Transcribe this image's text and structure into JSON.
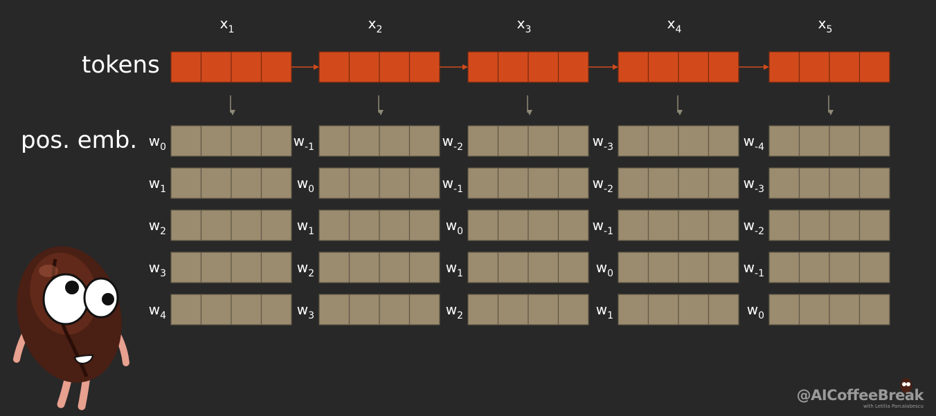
{
  "labels": {
    "tokens": "tokens",
    "pos_emb": "pos. emb."
  },
  "tokens": [
    {
      "base": "x",
      "sub": "1"
    },
    {
      "base": "x",
      "sub": "2"
    },
    {
      "base": "x",
      "sub": "3"
    },
    {
      "base": "x",
      "sub": "4"
    },
    {
      "base": "x",
      "sub": "5"
    }
  ],
  "pos_emb": [
    [
      {
        "base": "w",
        "sub": "0"
      },
      {
        "base": "w",
        "sub": "-1"
      },
      {
        "base": "w",
        "sub": "-2"
      },
      {
        "base": "w",
        "sub": "-3"
      },
      {
        "base": "w",
        "sub": "-4"
      }
    ],
    [
      {
        "base": "w",
        "sub": "1"
      },
      {
        "base": "w",
        "sub": "0"
      },
      {
        "base": "w",
        "sub": "-1"
      },
      {
        "base": "w",
        "sub": "-2"
      },
      {
        "base": "w",
        "sub": "-3"
      }
    ],
    [
      {
        "base": "w",
        "sub": "2"
      },
      {
        "base": "w",
        "sub": "1"
      },
      {
        "base": "w",
        "sub": "0"
      },
      {
        "base": "w",
        "sub": "-1"
      },
      {
        "base": "w",
        "sub": "-2"
      }
    ],
    [
      {
        "base": "w",
        "sub": "3"
      },
      {
        "base": "w",
        "sub": "2"
      },
      {
        "base": "w",
        "sub": "1"
      },
      {
        "base": "w",
        "sub": "0"
      },
      {
        "base": "w",
        "sub": "-1"
      }
    ],
    [
      {
        "base": "w",
        "sub": "4"
      },
      {
        "base": "w",
        "sub": "3"
      },
      {
        "base": "w",
        "sub": "2"
      },
      {
        "base": "w",
        "sub": "1"
      },
      {
        "base": "w",
        "sub": "0"
      }
    ]
  ],
  "cells_per_vector": 4,
  "colors": {
    "background": "#282828",
    "token_fill": "#d24a1c",
    "token_stroke": "#7a2a10",
    "emb_fill": "#9b8c6f",
    "emb_stroke": "#5f5647",
    "down_arrow": "#8f8a78",
    "chain_arrow": "#d24a1c",
    "text": "#ffffff"
  },
  "mascot": {
    "icon": "coffee-bean-mascot-icon"
  },
  "watermark": {
    "main": "@AICoffeeBreak",
    "sub": "with Letitia Parcalabescu"
  }
}
